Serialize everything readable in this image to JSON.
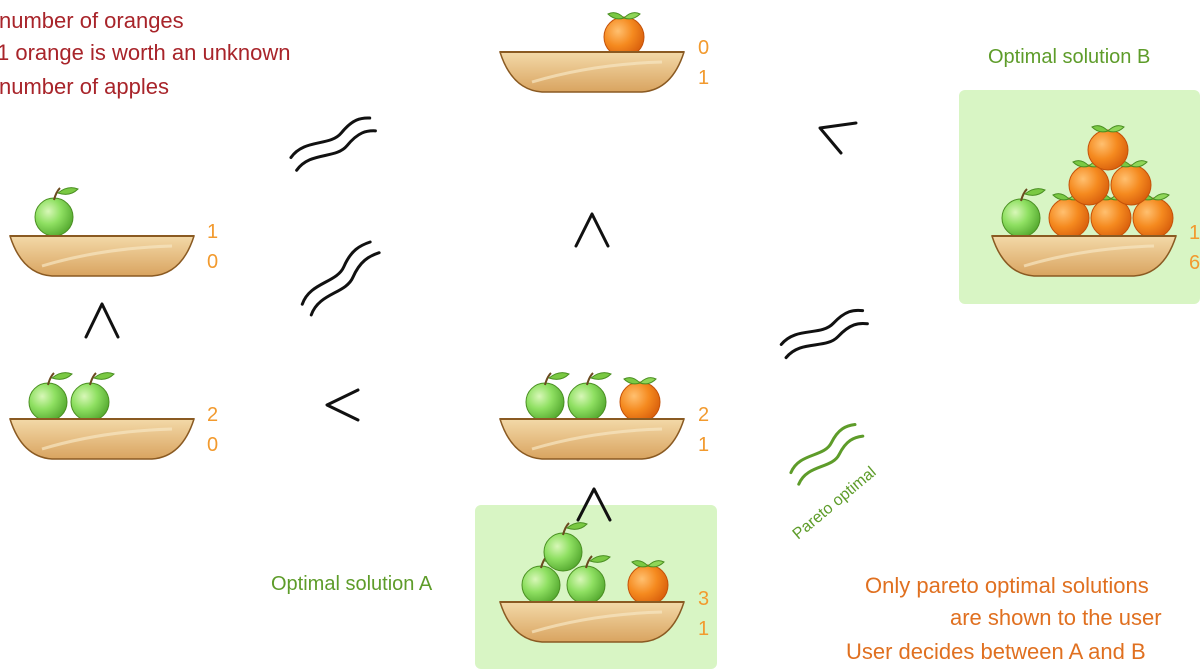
{
  "intro_text": {
    "line1": "number of oranges",
    "line2": "1 orange is worth an unknown",
    "line3": "number of apples"
  },
  "solution_a_label": "Optimal solution A",
  "solution_b_label": "Optimal solution B",
  "pareto_label": "Pareto optimal",
  "note": {
    "line1": "Only pareto optimal solutions",
    "line2": "are shown to the user",
    "line3": "User decides between A and B"
  },
  "baskets": [
    {
      "name": "basket-top-center",
      "apples": 0,
      "oranges": 1
    },
    {
      "name": "basket-left-upper",
      "apples": 1,
      "oranges": 0
    },
    {
      "name": "basket-left-lower",
      "apples": 2,
      "oranges": 0
    },
    {
      "name": "basket-center",
      "apples": 2,
      "oranges": 1
    },
    {
      "name": "basket-solution-a",
      "apples": 3,
      "oranges": 1
    },
    {
      "name": "basket-solution-b",
      "apples": 1,
      "oranges": 6
    }
  ],
  "relations": [
    {
      "name": "approx-symbol-top-left",
      "symbol": "approximately-equal"
    },
    {
      "name": "approx-symbol-middle-left",
      "symbol": "approximately-equal"
    },
    {
      "name": "less-than-symbol-left",
      "symbol": "less-than"
    },
    {
      "name": "greater-than-symbol-left",
      "symbol": "wedge"
    },
    {
      "name": "wedge-symbol-center-top",
      "symbol": "wedge"
    },
    {
      "name": "wedge-symbol-center-bottom",
      "symbol": "wedge"
    },
    {
      "name": "less-than-symbol-right",
      "symbol": "less-than"
    },
    {
      "name": "approx-symbol-right",
      "symbol": "approximately-equal"
    },
    {
      "name": "approx-symbol-pareto",
      "symbol": "approximately-equal"
    }
  ],
  "colors": {
    "red_text": "#a8242a",
    "green_text": "#5e9c2a",
    "orange_text": "#e07020",
    "count_text": "#f29a2e",
    "panel": "#d8f5c4",
    "apple": "#7ed957",
    "orange": "#f07a1a",
    "basket": "#e9c48a"
  }
}
